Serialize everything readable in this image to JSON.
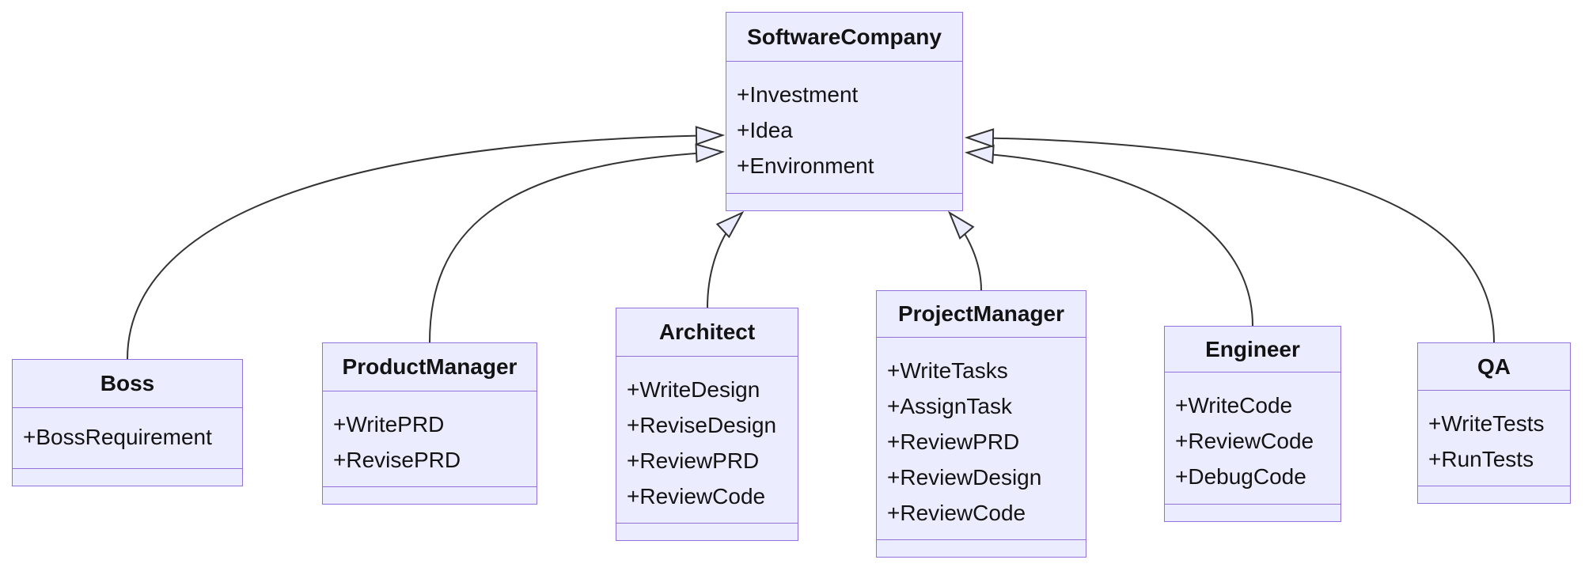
{
  "diagram_type": "uml-class-diagram",
  "classes": {
    "software_company": {
      "name": "SoftwareCompany",
      "attributes": [
        "+Investment",
        "+Idea",
        "+Environment"
      ],
      "methods": []
    },
    "boss": {
      "name": "Boss",
      "attributes": [
        "+BossRequirement"
      ],
      "methods": []
    },
    "product_manager": {
      "name": "ProductManager",
      "attributes": [
        "+WritePRD",
        "+RevisePRD"
      ],
      "methods": []
    },
    "architect": {
      "name": "Architect",
      "attributes": [
        "+WriteDesign",
        "+ReviseDesign",
        "+ReviewPRD",
        "+ReviewCode"
      ],
      "methods": []
    },
    "project_manager": {
      "name": "ProjectManager",
      "attributes": [
        "+WriteTasks",
        "+AssignTask",
        "+ReviewPRD",
        "+ReviewDesign",
        "+ReviewCode"
      ],
      "methods": []
    },
    "engineer": {
      "name": "Engineer",
      "attributes": [
        "+WriteCode",
        "+ReviewCode",
        "+DebugCode"
      ],
      "methods": []
    },
    "qa": {
      "name": "QA",
      "attributes": [
        "+WriteTests",
        "+RunTests"
      ],
      "methods": []
    }
  },
  "relations": [
    {
      "from": "Boss",
      "to": "SoftwareCompany",
      "type": "inheritance"
    },
    {
      "from": "ProductManager",
      "to": "SoftwareCompany",
      "type": "inheritance"
    },
    {
      "from": "Architect",
      "to": "SoftwareCompany",
      "type": "inheritance"
    },
    {
      "from": "ProjectManager",
      "to": "SoftwareCompany",
      "type": "inheritance"
    },
    {
      "from": "Engineer",
      "to": "SoftwareCompany",
      "type": "inheritance"
    },
    {
      "from": "QA",
      "to": "SoftwareCompany",
      "type": "inheritance"
    }
  ],
  "colors": {
    "node_fill": "#ECECFF",
    "node_border": "#9370DB",
    "edge_line": "#333333",
    "text": "#131313",
    "background": "#FFFFFF"
  }
}
